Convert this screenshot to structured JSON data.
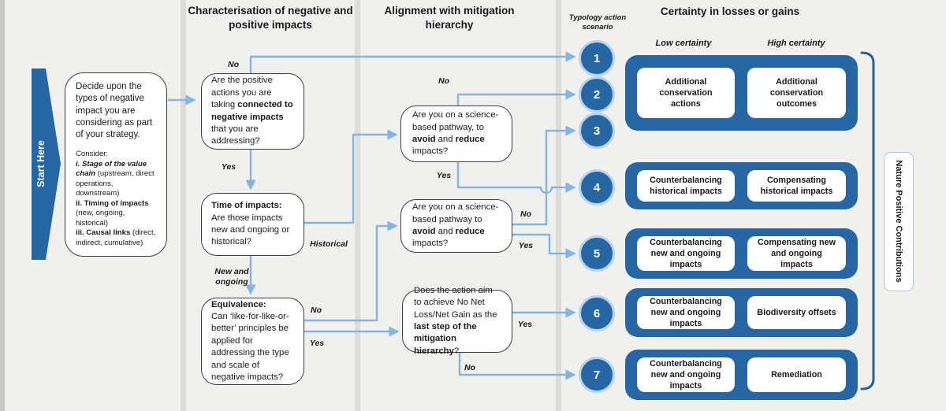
{
  "title": "Nature positive typology decision flowchart",
  "colors": {
    "background": "#f0f0ee",
    "accent_blue": "#2766a4",
    "connector_blue": "#85b4e3",
    "circle_ring": "#b9d3ed",
    "divider_gray": "#dcdcd9"
  },
  "columns": {
    "characterisation": "Characterisation of negative and positive impacts",
    "mitigation": "Alignment with mitigation hierarchy",
    "typology": "Typology action scenario",
    "certainty": "Certainty in losses or gains",
    "low_certainty": "Low certainty",
    "high_certainty": "High certainty"
  },
  "start": {
    "label": "Start Here"
  },
  "intro": {
    "main": "Decide upon the types of negative impact you are considering as part of your strategy.",
    "consider_html": "Consider:<br><i><b>i. Stage of the value chain</b></i> (upstream, direct operations, downstream)<br><b>ii. Timing of impacts</b> (new, ongoing, historical)<br><b>iii. Causal links</b> (direct, indirect, cumulative)"
  },
  "questions": {
    "connected_html": "Are the positive actions you are taking <b>connected to negative  impacts</b> that you are addressing?",
    "connected_no": "No",
    "connected_yes": "Yes",
    "time_html": "<b>Time of impacts:</b><br>Are those impacts new and ongoing or historical?",
    "time_historical": "Historical",
    "time_new_ongoing": "New and ongoing",
    "equivalence_html": "<b>Equivalence:</b><br>Can ‘like-for-like-or-better’ principles be applied for addressing the  type and scale of negative impacts?",
    "equivalence_no": "No",
    "equivalence_yes": "Yes",
    "pathway1_html": "Are you on a science-based pathway, to <b>avoid</b> and <b>reduce</b> impacts?",
    "pathway1_no": "No",
    "pathway1_yes": "Yes",
    "pathway2_html": "Are you on a science-based pathway to <b>avoid</b> and <b>reduce</b> impacts?",
    "pathway2_no": "No",
    "pathway2_yes": "Yes",
    "nnl_html": "Does the action aim to achieve No Net Loss/Net Gain as the <b>last step of the mitigation hierarchy</b>?",
    "nnl_yes": "Yes",
    "nnl_no": "No"
  },
  "scenarios": [
    "1",
    "2",
    "3",
    "4",
    "5",
    "6",
    "7"
  ],
  "outcomes": [
    {
      "low": "Additional conservation actions",
      "high": "Additional conservation outcomes"
    },
    {
      "low": "Counterbalancing historical impacts",
      "high": "Compensating historical impacts"
    },
    {
      "low": "Counterbalancing new and ongoing impacts",
      "high": "Compensating new and ongoing impacts"
    },
    {
      "low": "Counterbalancing new and ongoing impacts",
      "high": "Biodiversity offsets"
    },
    {
      "low": "Counterbalancing new and ongoing impacts",
      "high": "Remediation"
    }
  ],
  "bracket_label": "Nature Positive Contributions"
}
